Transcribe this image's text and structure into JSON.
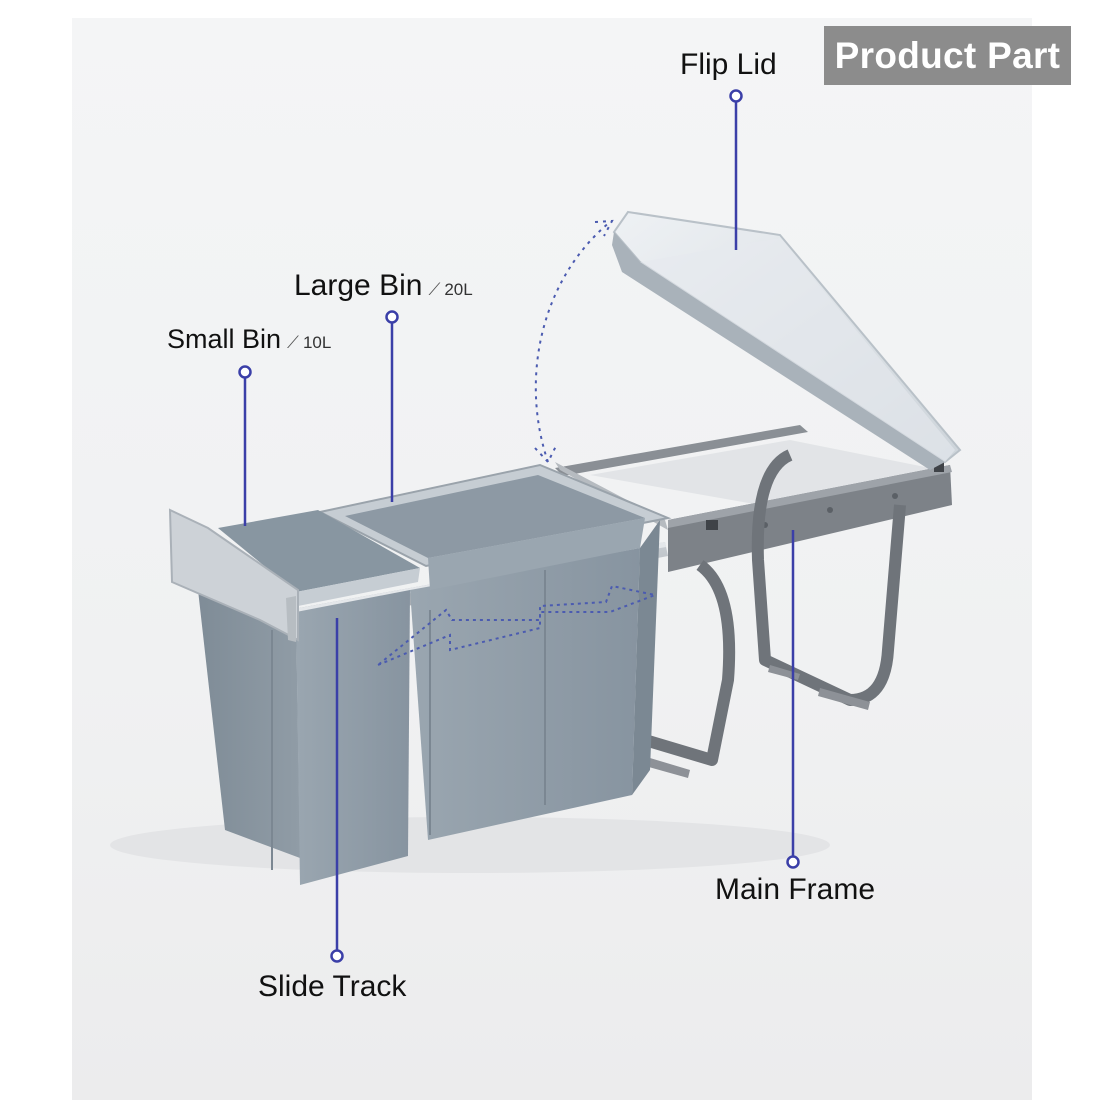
{
  "badge": {
    "text": "Product Part"
  },
  "labels": {
    "flip_lid": "Flip Lid",
    "large_bin": "Large Bin",
    "large_bin_capacity": "20L",
    "small_bin": "Small Bin",
    "small_bin_capacity": "10L",
    "main_frame": "Main Frame",
    "slide_track": "Slide Track",
    "separator": "⟋"
  },
  "colors": {
    "callout_line": "#3b3fa8",
    "badge_bg": "#8c8c8c",
    "bin_body": "#8e9ba6",
    "frame": "#7c8086",
    "lid": "#dfe5ea"
  }
}
